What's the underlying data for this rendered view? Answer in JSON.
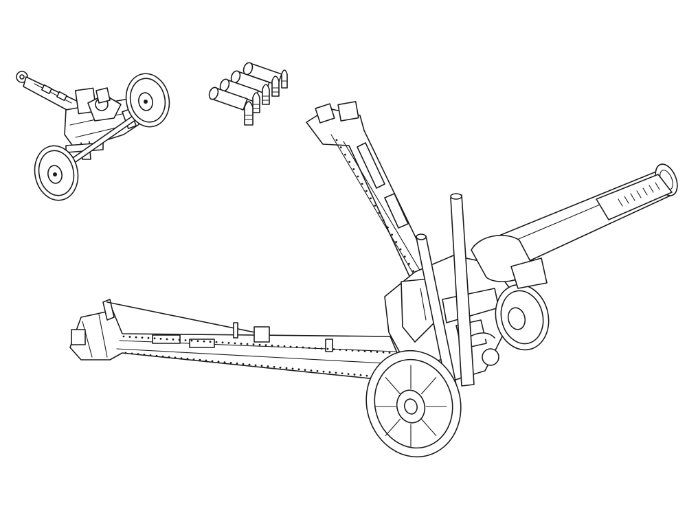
{
  "colors": {
    "line": "#1a1a1a",
    "paper": "#ffffff"
  },
  "parts": {
    "limber": {
      "name": "limber-carriage"
    },
    "shells": {
      "name": "ammunition-set",
      "shell_count": 5,
      "casing_count": 4
    },
    "howitzer": {
      "name": "howitzer-gun"
    }
  }
}
